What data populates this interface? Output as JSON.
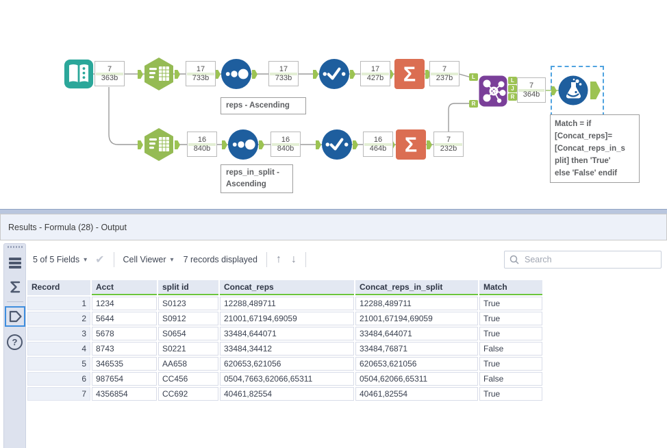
{
  "colors": {
    "tool_blue": "#1E5E9E",
    "tool_green": "#95BB54",
    "tool_teal": "#2BA79A",
    "tool_orange": "#DB6E52",
    "tool_purple": "#7A3F99",
    "anchor_green": "#9CC353",
    "selection_blue": "#4FA3E0",
    "header_underline_green": "#6CC53C",
    "wire_gray": "#9B9B9B",
    "wire_highlight_green": "#A9CF80"
  },
  "icons": {
    "dropdown_caret": "▾",
    "apply_check": "✔",
    "up_arrow": "↑",
    "down_arrow": "↓",
    "help_glyph": "?",
    "summarize_sigma": "Σ"
  },
  "workflow": {
    "connections": {
      "c1": {
        "records": "7",
        "size": "363b"
      },
      "c2": {
        "records": "17",
        "size": "733b"
      },
      "c3": {
        "records": "17",
        "size": "733b"
      },
      "c4": {
        "records": "17",
        "size": "427b"
      },
      "c5": {
        "records": "7",
        "size": "237b"
      },
      "c6": {
        "records": "7",
        "size": "364b"
      },
      "c7": {
        "records": "16",
        "size": "840b"
      },
      "c8": {
        "records": "16",
        "size": "840b"
      },
      "c9": {
        "records": "16",
        "size": "464b"
      },
      "c10": {
        "records": "7",
        "size": "232b"
      }
    },
    "join": {
      "input_left": "L",
      "input_right": "R",
      "output_left": "L",
      "output_join": "J",
      "output_right": "R"
    },
    "annotations": {
      "sort_top": "reps - Ascending",
      "sort_bottom_line1": "reps_in_split -",
      "sort_bottom_line2": "Ascending",
      "formula_lines": [
        "Match = if",
        "[Concat_reps]=",
        "[Concat_reps_in_s",
        "plit] then 'True'",
        "else 'False' endif"
      ]
    }
  },
  "results_panel": {
    "title": "Results - Formula (28) - Output",
    "toolbar": {
      "fields_dropdown": "5 of 5 Fields",
      "cell_viewer_dropdown": "Cell Viewer",
      "records_displayed": "7 records displayed",
      "search_placeholder": "Search"
    },
    "table": {
      "columns": [
        "Record",
        "Acct",
        "split id",
        "Concat_reps",
        "Concat_reps_in_split",
        "Match"
      ],
      "rows": [
        [
          "1",
          "1234",
          "S0123",
          "12288,489711",
          "12288,489711",
          "True"
        ],
        [
          "2",
          "5644",
          "S0912",
          "21001,67194,69059",
          "21001,67194,69059",
          "True"
        ],
        [
          "3",
          "5678",
          "S0654",
          "33484,644071",
          "33484,644071",
          "True"
        ],
        [
          "4",
          "8743",
          "S0221",
          "33484,34412",
          "33484,76871",
          "False"
        ],
        [
          "5",
          "346535",
          "AA658",
          "620653,621056",
          "620653,621056",
          "True"
        ],
        [
          "6",
          "987654",
          "CC456",
          "0504,7663,62066,65311",
          "0504,62066,65311",
          "False"
        ],
        [
          "7",
          "4356854",
          "CC692",
          "40461,82554",
          "40461,82554",
          "True"
        ]
      ]
    }
  }
}
